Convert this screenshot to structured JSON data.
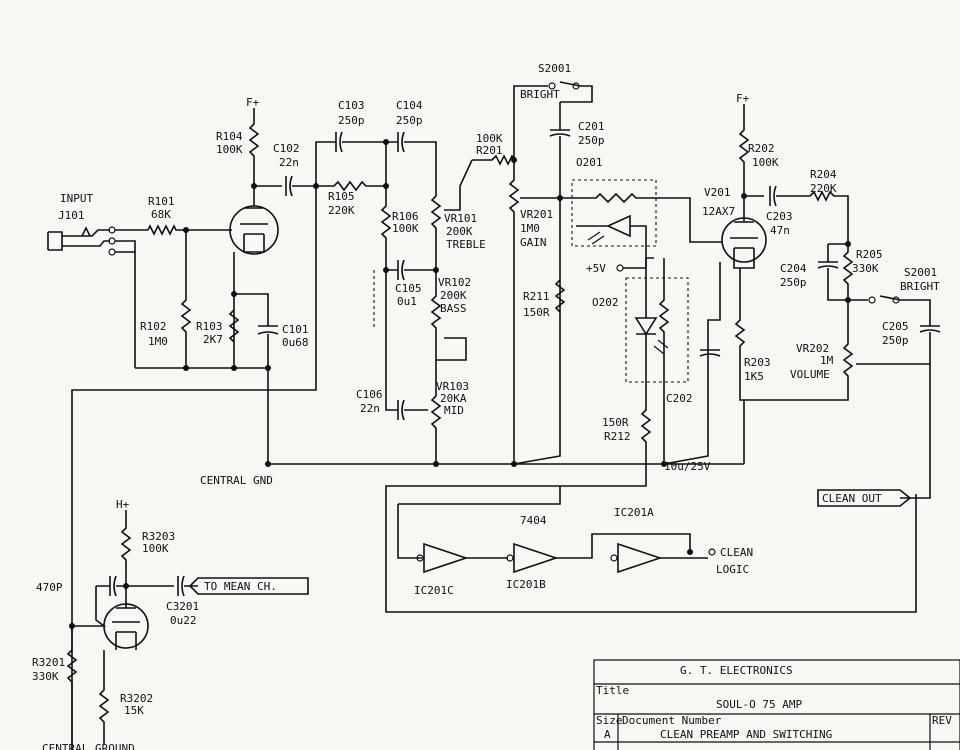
{
  "power": {
    "f_plus": "F+",
    "f_plus_2": "F+",
    "h_plus": "H+",
    "plus5v": "+5V"
  },
  "input": {
    "label": "INPUT",
    "ref": "J101"
  },
  "components": {
    "r101": {
      "ref": "R101",
      "value": "68K"
    },
    "r102": {
      "ref": "R102",
      "value": "1M0"
    },
    "r103": {
      "ref": "R103",
      "value": "2K7"
    },
    "c101": {
      "ref": "C101",
      "value": "0u68"
    },
    "r104": {
      "ref": "R104",
      "value": "100K"
    },
    "c102": {
      "ref": "C102",
      "value": "22n"
    },
    "c103": {
      "ref": "C103",
      "value": "250p"
    },
    "c104": {
      "ref": "C104",
      "value": "250p"
    },
    "r105": {
      "ref": "R105",
      "value": "220K"
    },
    "r106": {
      "ref": "R106",
      "value": "100K"
    },
    "c105": {
      "ref": "C105",
      "value": "0u1"
    },
    "c106": {
      "ref": "C106",
      "value": "22n"
    },
    "vr101": {
      "ref": "VR101",
      "value": "200K",
      "name": "TREBLE"
    },
    "vr102": {
      "ref": "VR102",
      "value": "200K",
      "name": "BASS"
    },
    "vr103": {
      "ref": "VR103",
      "value": "20KA",
      "name": "MID"
    },
    "r201": {
      "ref": "R201",
      "value": "100K"
    },
    "vr201": {
      "ref": "VR201",
      "value": "1M0",
      "name": "GAIN"
    },
    "s2001a": {
      "ref": "S2001",
      "name": "BRIGHT"
    },
    "c201": {
      "ref": "C201",
      "value": "250p"
    },
    "o201": {
      "ref": "O201"
    },
    "o202": {
      "ref": "O202"
    },
    "r211": {
      "ref": "R211",
      "value": "150R"
    },
    "r212": {
      "value": "150R",
      "ref": "R212"
    },
    "c202": {
      "ref": "C202",
      "value": "10u/25V"
    },
    "r202": {
      "ref": "R202",
      "value": "100K"
    },
    "v201": {
      "ref": "V201",
      "value": "12AX7"
    },
    "c203": {
      "ref": "C203",
      "value": "47n"
    },
    "r204": {
      "ref": "R204",
      "value": "220K"
    },
    "r205": {
      "ref": "R205",
      "value": "330K"
    },
    "c204": {
      "ref": "C204",
      "value": "250p"
    },
    "r203": {
      "ref": "R203",
      "value": "1K5"
    },
    "s2001b": {
      "ref": "S2001",
      "name": "BRIGHT"
    },
    "c205": {
      "ref": "C205",
      "value": "250p"
    },
    "vr202": {
      "ref": "VR202",
      "value": "1M",
      "name": "VOLUME"
    },
    "ic_type": "7404",
    "ic201a": "IC201A",
    "ic201b": "IC201B",
    "ic201c": "IC201C",
    "r3203": {
      "ref": "R3203",
      "value": "100K"
    },
    "c3201": {
      "ref": "C3201",
      "value": "0u22"
    },
    "c470": "470P",
    "r3201": {
      "ref": "R3201",
      "value": "330K"
    },
    "r3202": {
      "ref": "R3202",
      "value": "15K"
    }
  },
  "nets": {
    "central_gnd": "CENTRAL GND",
    "clean_out": "CLEAN OUT",
    "clean_logic_1": "CLEAN",
    "clean_logic_2": "LOGIC",
    "to_mean": "TO MEAN CH.",
    "central_ground": "CENTRAL GROUND"
  },
  "title_block": {
    "company": "G. T. ELECTRONICS",
    "title_label": "Title",
    "title": "SOUL-O 75 AMP",
    "size_label": "Size",
    "size": "A",
    "docnum_label": "Document Number",
    "docnum": "CLEAN PREAMP AND SWITCHING",
    "rev_label": "REV"
  }
}
